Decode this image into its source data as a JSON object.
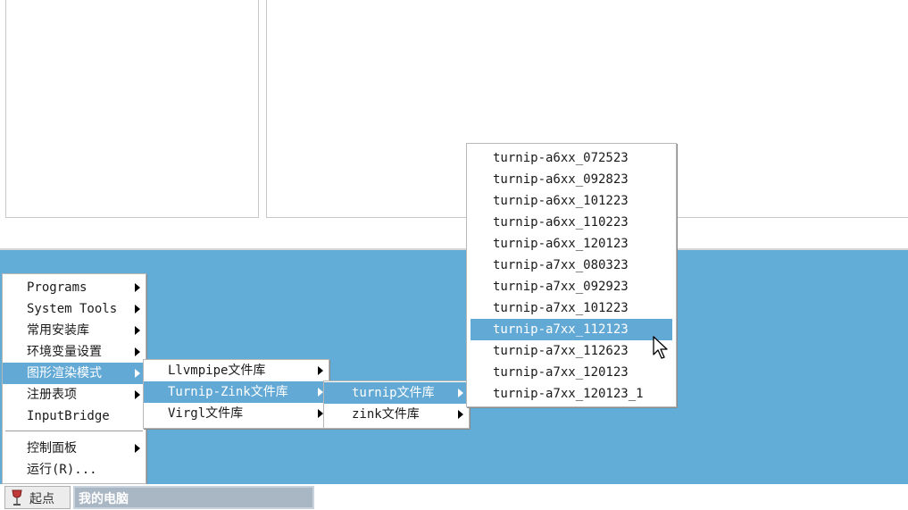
{
  "main_menu": {
    "items": [
      {
        "label": "Programs"
      },
      {
        "label": "System Tools"
      },
      {
        "label": "常用安装库"
      },
      {
        "label": "环境变量设置"
      },
      {
        "label": "图形渲染模式"
      },
      {
        "label": "注册表项"
      },
      {
        "label": "InputBridge"
      },
      {
        "label": "控制面板"
      },
      {
        "label": "运行(R)..."
      }
    ]
  },
  "render_menu": {
    "items": [
      {
        "label": "Llvmpipe文件库"
      },
      {
        "label": "Turnip-Zink文件库"
      },
      {
        "label": "Virgl文件库"
      }
    ]
  },
  "turnip_menu": {
    "items": [
      {
        "label": "turnip文件库"
      },
      {
        "label": "zink文件库"
      }
    ]
  },
  "versions_menu": {
    "items": [
      {
        "label": "turnip-a6xx_072523"
      },
      {
        "label": "turnip-a6xx_092823"
      },
      {
        "label": "turnip-a6xx_101223"
      },
      {
        "label": "turnip-a6xx_110223"
      },
      {
        "label": "turnip-a6xx_120123"
      },
      {
        "label": "turnip-a7xx_080323"
      },
      {
        "label": "turnip-a7xx_092923"
      },
      {
        "label": "turnip-a7xx_101223"
      },
      {
        "label": "turnip-a7xx_112123"
      },
      {
        "label": "turnip-a7xx_112623"
      },
      {
        "label": "turnip-a7xx_120123"
      },
      {
        "label": "turnip-a7xx_120123_1"
      }
    ]
  },
  "taskbar": {
    "start_label": "起点",
    "task_label": "我的电脑"
  },
  "icons": {
    "start": "wine-glass-icon",
    "submenu_arrow": "triangle-right-icon",
    "cursor": "mouse-pointer-icon"
  },
  "colors": {
    "desktop": "#62acd8",
    "selection": "#63a9d6",
    "task_button": "#a9b6c4"
  }
}
